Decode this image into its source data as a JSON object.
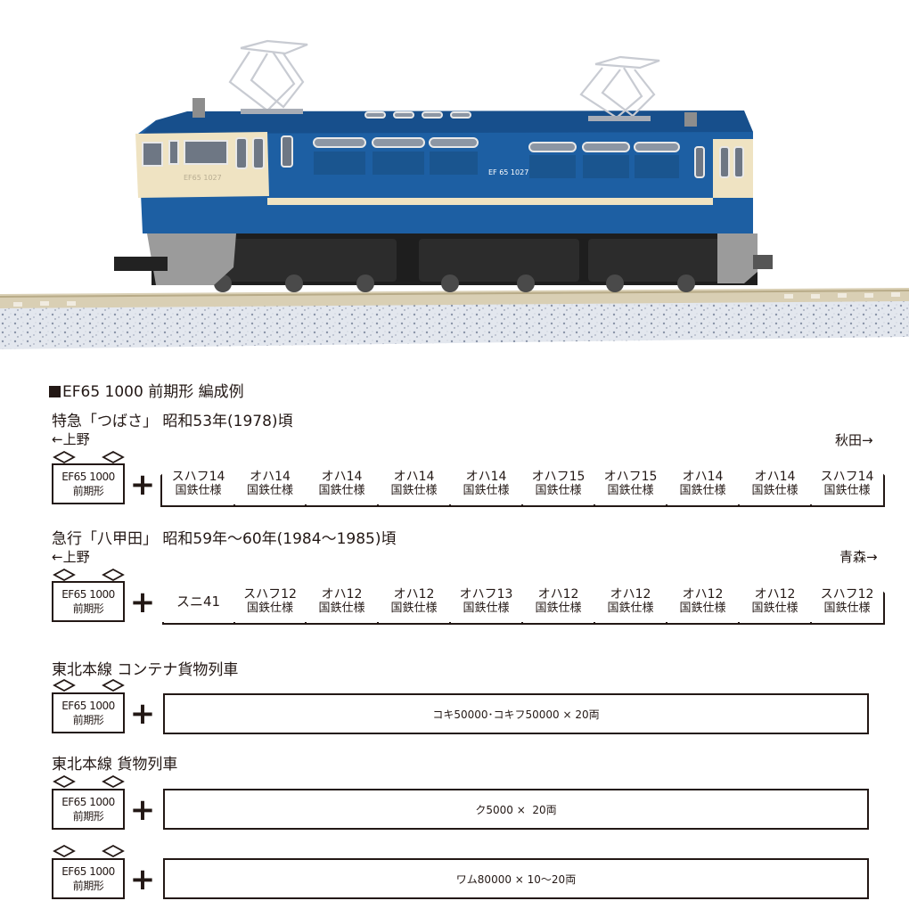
{
  "photo": {
    "subject": "EF65 1000 locomotive model on track",
    "number_plate": "EF 65 1027",
    "colors": {
      "body_blue": "#1d5fa3",
      "cream": "#efe3c2",
      "underframe": "#1f1f1f",
      "grey": "#9a9a9a",
      "ballast": "#dfe3ea"
    }
  },
  "heading": "EF65 1000 前期形 編成例",
  "formations": [
    {
      "title": "特急「つばさ」 昭和53年(1978)頃",
      "left_dir": "←上野",
      "right_dir": "秋田→",
      "loco": {
        "line1": "EF65 1000",
        "line2": "前期形"
      },
      "cars": [
        {
          "name": "スハフ14",
          "sub": "国鉄仕様"
        },
        {
          "name": "オハ14",
          "sub": "国鉄仕様"
        },
        {
          "name": "オハ14",
          "sub": "国鉄仕様"
        },
        {
          "name": "オハ14",
          "sub": "国鉄仕様"
        },
        {
          "name": "オハ14",
          "sub": "国鉄仕様"
        },
        {
          "name": "オハフ15",
          "sub": "国鉄仕様"
        },
        {
          "name": "オハフ15",
          "sub": "国鉄仕様"
        },
        {
          "name": "オハ14",
          "sub": "国鉄仕様"
        },
        {
          "name": "オハ14",
          "sub": "国鉄仕様"
        },
        {
          "name": "スハフ14",
          "sub": "国鉄仕様"
        }
      ]
    },
    {
      "title": "急行「八甲田」 昭和59年〜60年(1984〜1985)頃",
      "left_dir": "←上野",
      "right_dir": "青森→",
      "loco": {
        "line1": "EF65 1000",
        "line2": "前期形"
      },
      "cars": [
        {
          "name": "スニ41",
          "sub": ""
        },
        {
          "name": "スハフ12",
          "sub": "国鉄仕様"
        },
        {
          "name": "オハ12",
          "sub": "国鉄仕様"
        },
        {
          "name": "オハ12",
          "sub": "国鉄仕様"
        },
        {
          "name": "オハフ13",
          "sub": "国鉄仕様"
        },
        {
          "name": "オハ12",
          "sub": "国鉄仕様"
        },
        {
          "name": "オハ12",
          "sub": "国鉄仕様"
        },
        {
          "name": "オハ12",
          "sub": "国鉄仕様"
        },
        {
          "name": "オハ12",
          "sub": "国鉄仕様"
        },
        {
          "name": "スハフ12",
          "sub": "国鉄仕様"
        }
      ]
    }
  ],
  "freight": [
    {
      "title": "東北本線 コンテナ貨物列車",
      "loco": {
        "line1": "EF65 1000",
        "line2": "前期形"
      },
      "consist": "コキ50000･コキフ50000 × 20両"
    },
    {
      "title": "東北本線 貨物列車",
      "loco": {
        "line1": "EF65 1000",
        "line2": "前期形"
      },
      "consist": "ク5000 ×  20両"
    },
    {
      "title": "",
      "loco": {
        "line1": "EF65 1000",
        "line2": "前期形"
      },
      "consist": "ワム80000 × 10〜20両"
    }
  ],
  "symbols": {
    "plus": "+"
  }
}
